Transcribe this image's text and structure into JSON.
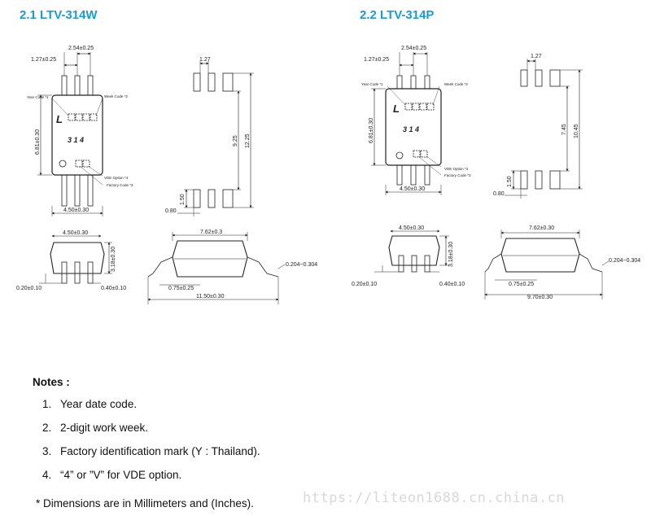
{
  "sections": [
    {
      "title": "2.1 LTV-314W",
      "top": {
        "pitch": "2.54±0.25",
        "lead_pitch": "1.27±0.25",
        "year_code": "Year Code *1",
        "week_code": "Week Code *2",
        "marking": "L",
        "part": "3 1 4",
        "height": "6.81±0.30",
        "vde": "VDE Option *4",
        "factory": "Factory Code *3",
        "width": "4.50±0.30"
      },
      "side": {
        "pad": "1.27",
        "span": "9.25",
        "total": "12.25",
        "pad_len": "1.50",
        "pad_gap": "0.80"
      },
      "front": {
        "width": "4.50±0.30",
        "height": "3.18±0.30",
        "standoff": "0.20±0.10",
        "lead": "0.40±0.10"
      },
      "profile": {
        "body": "7.62±0.3",
        "thickness": "0.204~0.304",
        "foot": "0.75±0.25",
        "overall": "11.50±0.30"
      }
    },
    {
      "title": "2.2 LTV-314P",
      "top": {
        "pitch": "2.54±0.25",
        "lead_pitch": "1.27±0.25",
        "year_code": "Year Code *1",
        "week_code": "Week Code *2",
        "marking": "L",
        "part": "3 1 4",
        "height": "6.81±0.30",
        "vde": "VDE Option *4",
        "factory": "Factory Code *3",
        "width": "4.50±0.30"
      },
      "side": {
        "pad": "1.27",
        "span": "7.45",
        "total": "10.45",
        "pad_len": "1.50",
        "pad_gap": "0.80"
      },
      "front": {
        "width": "4.50±0.30",
        "height": "3.18±0.30",
        "standoff": "0.20±0.10",
        "lead": "0.40±0.10"
      },
      "profile": {
        "body": "7.62±0.30",
        "thickness": "0.204~0.304",
        "foot": "0.75±0.25",
        "overall": "9.70±0.30"
      }
    }
  ],
  "notes": {
    "title": "Notes :",
    "items": [
      {
        "num": "1.",
        "text": "Year date code."
      },
      {
        "num": "2.",
        "text": "2-digit work week."
      },
      {
        "num": "3.",
        "text": "Factory identification mark (Y : Thailand)."
      },
      {
        "num": "4.",
        "text": "“4” or ”V” for VDE option."
      }
    ],
    "footnote": "* Dimensions are in Millimeters and (Inches)."
  },
  "watermark": "https://liteon1688.cn.china.cn"
}
